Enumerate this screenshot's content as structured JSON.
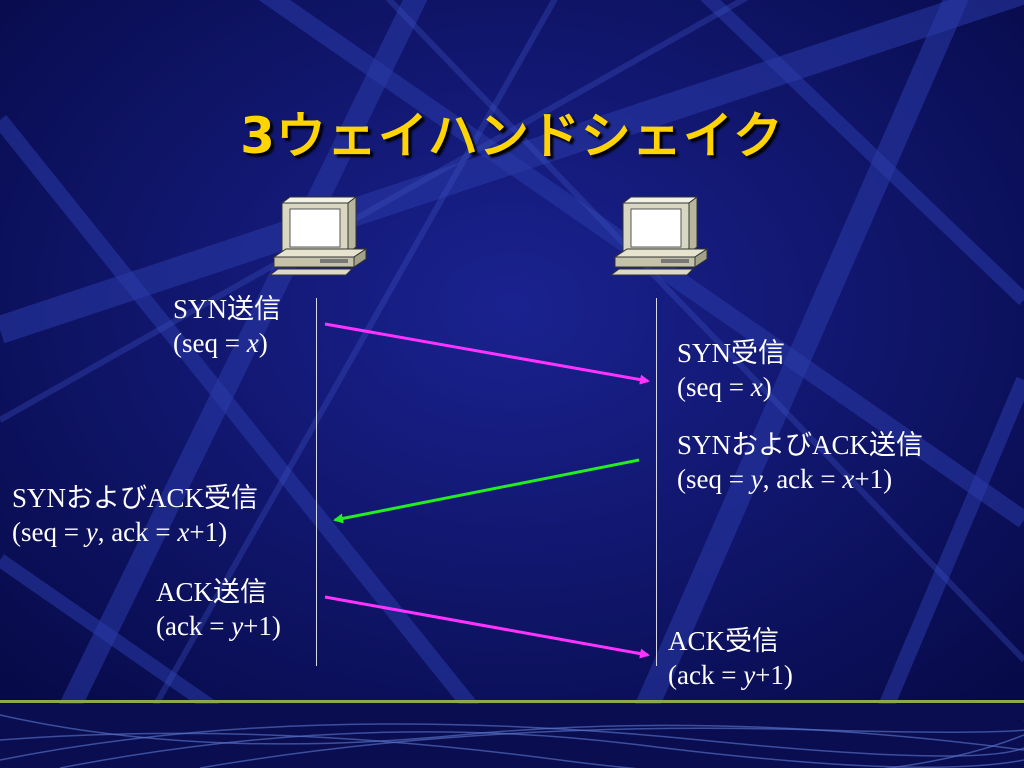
{
  "slide": {
    "title": "3ウェイハンドシェイク"
  },
  "hosts": [
    {
      "name": "left-computer-icon"
    },
    {
      "name": "right-computer-icon"
    }
  ],
  "labels": {
    "syn_send": {
      "line1": "SYN送信",
      "line2_pre": "(seq = ",
      "line2_var": "x",
      "line2_post": ")"
    },
    "syn_recv": {
      "line1": "SYN受信",
      "line2_pre": "(seq = ",
      "line2_var": "x",
      "line2_post": ")"
    },
    "synack_send": {
      "line1": "SYNおよびACK送信",
      "line2_a": "(seq = ",
      "line2_v1": "y",
      "line2_b": ", ack = ",
      "line2_v2": "x",
      "line2_c": "+1)"
    },
    "synack_recv": {
      "line1": "SYNおよびACK受信",
      "line2_a": "(seq = ",
      "line2_v1": "y",
      "line2_b": ", ack = ",
      "line2_v2": "x",
      "line2_c": "+1)"
    },
    "ack_send": {
      "line1": "ACK送信",
      "line2_pre": "(ack = ",
      "line2_var": "y",
      "line2_post": "+1)"
    },
    "ack_recv": {
      "line1": "ACK受信",
      "line2_pre": "(ack = ",
      "line2_var": "y",
      "line2_post": "+1)"
    }
  },
  "colors": {
    "background": "#0b1060",
    "title": "#ffd400",
    "syn_arrow": "#ff33ff",
    "synack_arrow": "#22ee22",
    "ack_arrow": "#ff33ff"
  }
}
